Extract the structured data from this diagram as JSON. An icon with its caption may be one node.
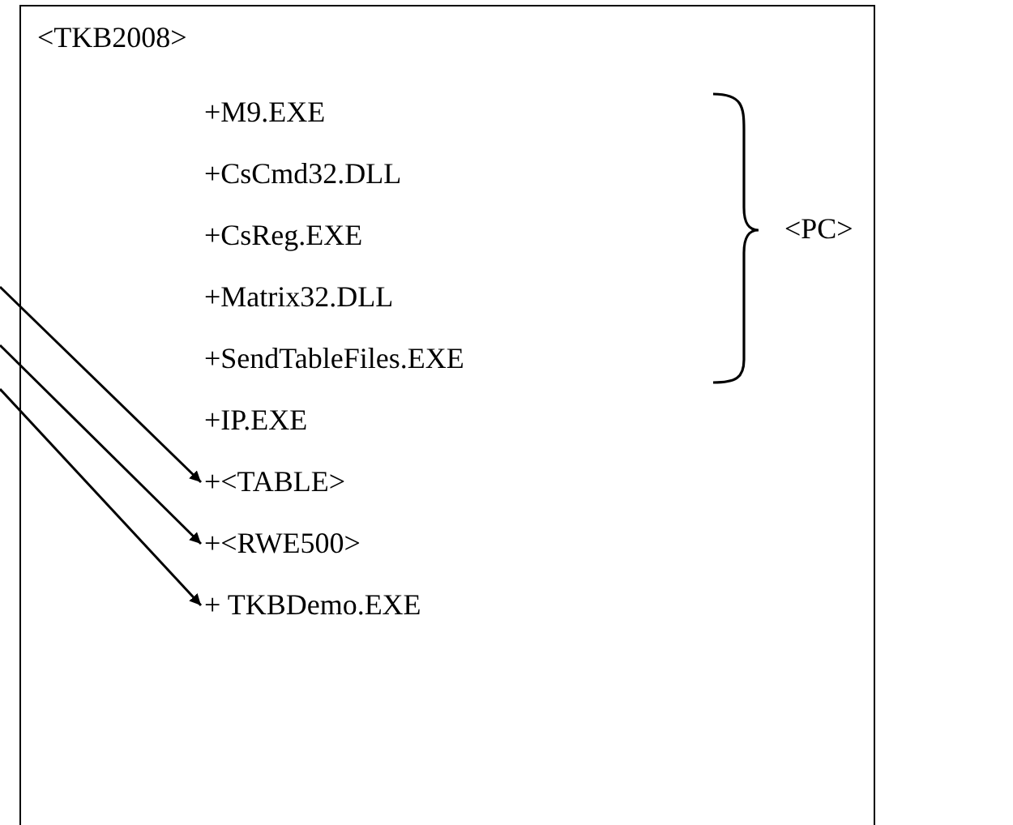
{
  "diagram": {
    "nodes": [
      {
        "text": [
          "<TKB2008>"
        ]
      },
      {
        "text": [
          "+M9.EXE"
        ],
        "in": 0
      },
      {
        "text": [
          "+CsCmd32.DLL"
        ],
        "in": 0
      },
      {
        "text": [
          "+CsReg.EXE"
        ],
        "in": 0
      },
      {
        "text": [
          "+Matrix32.DLL"
        ],
        "in": 0
      },
      {
        "text": [
          "+SendTableFiles.EXE"
        ],
        "in": 0
      },
      {
        "text": [
          "+IP.EXE"
        ],
        "in": 0
      },
      {
        "text": [
          "+<TABLE>"
        ],
        "in": 0
      },
      {
        "text": [
          "+<RWE500>"
        ],
        "in": 0
      },
      {
        "text": [
          "+ TKBDemo.EXE"
        ],
        "in": 0
      }
    ],
    "edges": [
      {
        "from": null,
        "to": 7,
        "arrow": "to"
      },
      {
        "from": null,
        "to": 8,
        "arrow": "to"
      },
      {
        "from": null,
        "to": 9,
        "arrow": "to"
      }
    ],
    "labels": [
      "<PC>"
    ]
  }
}
